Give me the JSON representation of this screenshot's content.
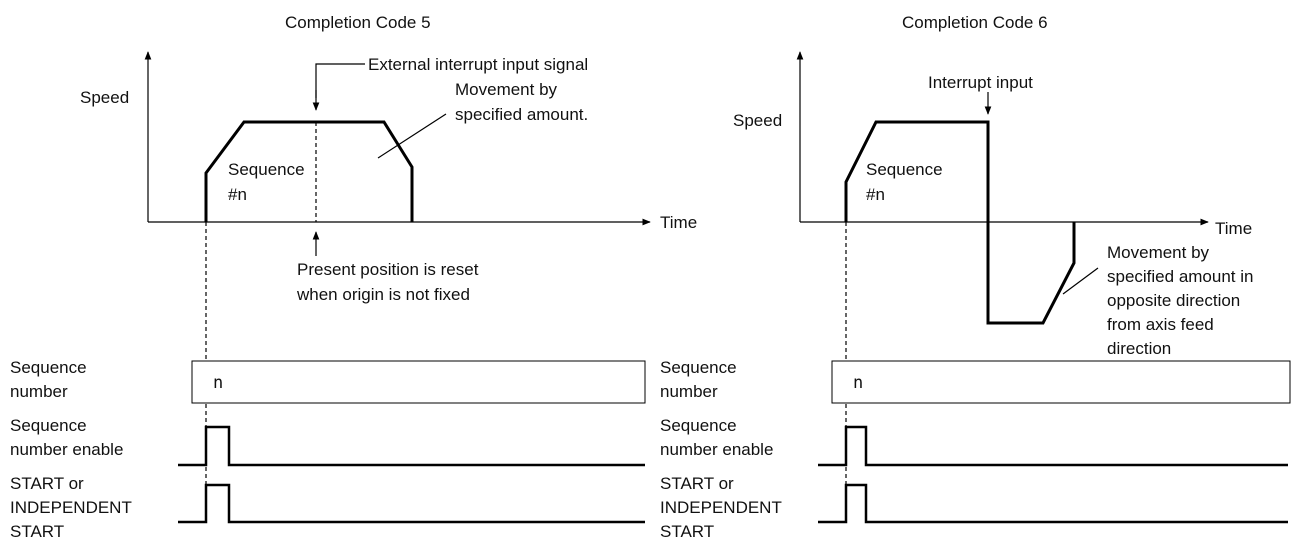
{
  "left": {
    "title": "Completion Code 5",
    "speed_label": "Speed",
    "time_label": "Time",
    "external_interrupt": "External interrupt input signal",
    "movement_l1": "Movement by",
    "movement_l2": "specified amount.",
    "sequence_l1": "Sequence",
    "sequence_l2": "#n",
    "reset_l1": "Present position is reset",
    "reset_l2": "when origin is not fixed",
    "seqnum_l1": "Sequence",
    "seqnum_l2": "number",
    "seqnum_value": "n",
    "enable_l1": "Sequence",
    "enable_l2": "number enable",
    "start_l1": "START or",
    "start_l2": "INDEPENDENT",
    "start_l3": "START"
  },
  "right": {
    "title": "Completion Code 6",
    "speed_label": "Speed",
    "time_label": "Time",
    "interrupt": "Interrupt input",
    "sequence_l1": "Sequence",
    "sequence_l2": "#n",
    "movement_l1": "Movement by",
    "movement_l2": "specified amount in",
    "movement_l3": "opposite direction",
    "movement_l4": "from axis feed",
    "movement_l5": "direction",
    "seqnum_l1": "Sequence",
    "seqnum_l2": "number",
    "seqnum_value": "n",
    "enable_l1": "Sequence",
    "enable_l2": "number enable",
    "start_l1": "START or",
    "start_l2": "INDEPENDENT",
    "start_l3": "START"
  }
}
